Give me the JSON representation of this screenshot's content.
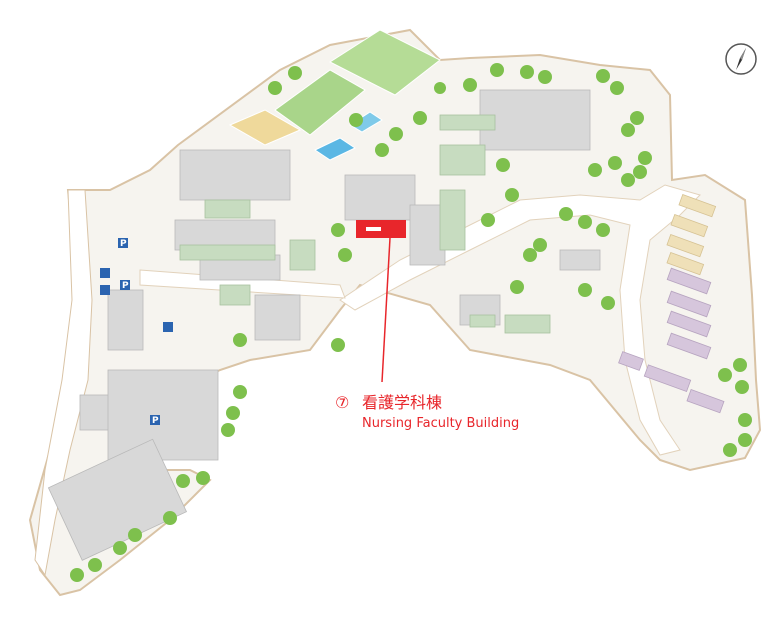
{
  "map": {
    "highlight": {
      "number": "⑦",
      "name_jp": "看護学科棟",
      "name_en": "Nursing Faculty Building",
      "color": "#e8262b"
    },
    "parking_label": "P",
    "colors": {
      "ground": "#f6f4ef",
      "outline": "#d9c3a5",
      "road": "#ffffff",
      "building_gray": "#d8d8d8",
      "building_green": "#c7dcc0",
      "tree": "#7ec04d",
      "field": "#a9d58a",
      "pool": "#5bb7e4",
      "parking": "#2b64b0"
    },
    "compass_icon": "compass-icon"
  }
}
